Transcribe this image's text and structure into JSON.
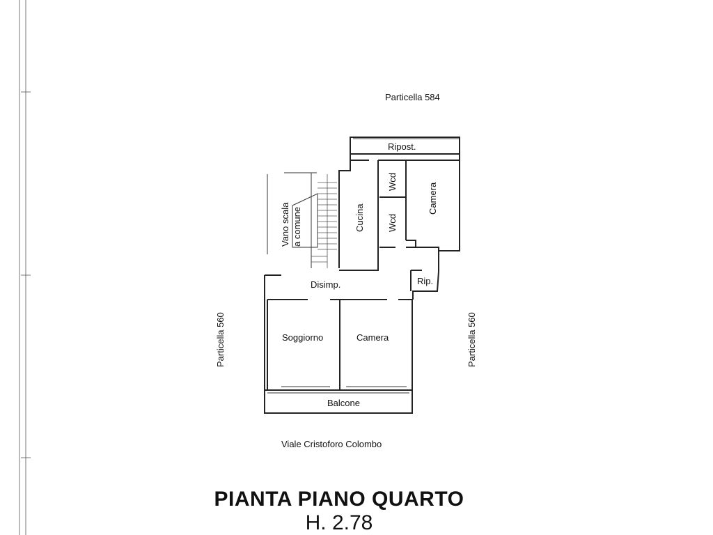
{
  "neighbors": {
    "top": "Particella 584",
    "left": "Particella 560",
    "right": "Particella 560"
  },
  "rooms": {
    "ripostiglio": "Ripost.",
    "wcd_top": "Wcd",
    "wcd_bottom": "Wcd",
    "camera_top": "Camera",
    "cucina": "Cucina",
    "vano_scala_line1": "Vano scala",
    "vano_scala_line2": "a comune",
    "disimpegno": "Disimp.",
    "rip": "Rip.",
    "soggiorno": "Soggiorno",
    "camera_bottom": "Camera",
    "balcone": "Balcone"
  },
  "street": "Viale Cristoforo Colombo",
  "title": "PIANTA PIANO QUARTO",
  "height": "H. 2.78"
}
